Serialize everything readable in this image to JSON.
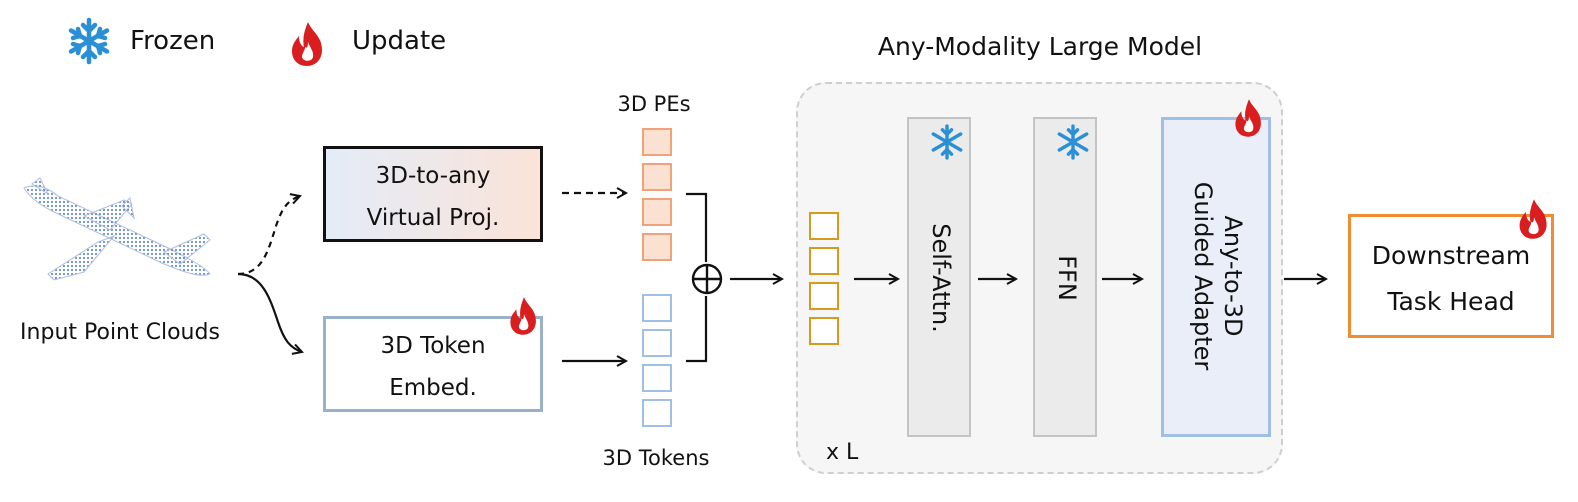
{
  "legend": {
    "frozen_label": "Frozen",
    "update_label": "Update"
  },
  "model_title": "Any-Modality Large Model",
  "input_label": "Input Point Clouds",
  "proj_box": {
    "line1": "3D-to-any",
    "line2": "Virtual Proj."
  },
  "embed_box": {
    "line1": "3D Token",
    "line2": "Embed."
  },
  "pe_label": "3D PEs",
  "tokens_label": "3D Tokens",
  "blocks": {
    "self_attn": "Self-Attn.",
    "ffn": "FFN",
    "adapter_line1": "Any-to-3D",
    "adapter_line2": "Guided Adapter"
  },
  "repeat_label": "x L",
  "head_box": {
    "line1": "Downstream",
    "line2": "Task Head"
  },
  "icons": {
    "frozen": "snowflake-icon",
    "update": "flame-icon"
  },
  "colors": {
    "pe_orange": "#f2a27a",
    "token_blue": "#9fbfe6",
    "latent_gold": "#d69a1c",
    "head_orange": "#f08c32",
    "snow_blue": "#2b8fd6",
    "flame_red": "#d81e1e"
  }
}
